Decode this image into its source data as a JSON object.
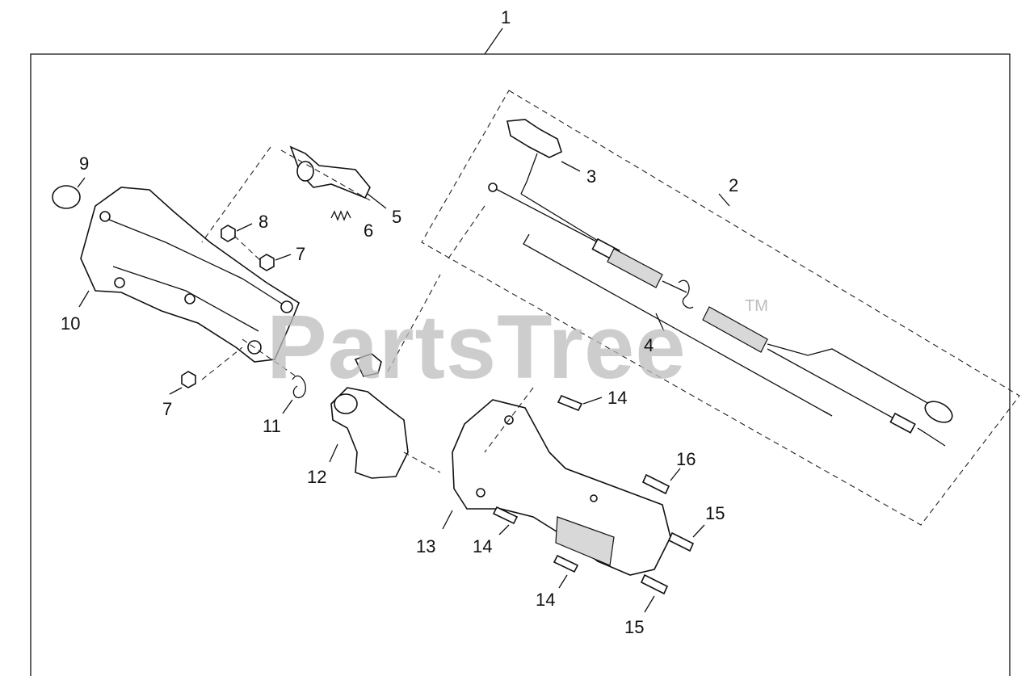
{
  "watermark": {
    "text": "PartsTree",
    "trademark": "TM"
  },
  "callouts": [
    {
      "id": "c1",
      "text": "1"
    },
    {
      "id": "c2",
      "text": "2"
    },
    {
      "id": "c3",
      "text": "3"
    },
    {
      "id": "c4",
      "text": "4"
    },
    {
      "id": "c5",
      "text": "5"
    },
    {
      "id": "c6",
      "text": "6"
    },
    {
      "id": "c7a",
      "text": "7"
    },
    {
      "id": "c7b",
      "text": "7"
    },
    {
      "id": "c8",
      "text": "8"
    },
    {
      "id": "c9",
      "text": "9"
    },
    {
      "id": "c10",
      "text": "10"
    },
    {
      "id": "c11",
      "text": "11"
    },
    {
      "id": "c12",
      "text": "12"
    },
    {
      "id": "c13",
      "text": "13"
    },
    {
      "id": "c14a",
      "text": "14"
    },
    {
      "id": "c14b",
      "text": "14"
    },
    {
      "id": "c14c",
      "text": "14"
    },
    {
      "id": "c15a",
      "text": "15"
    },
    {
      "id": "c15b",
      "text": "15"
    },
    {
      "id": "c16",
      "text": "16"
    }
  ]
}
